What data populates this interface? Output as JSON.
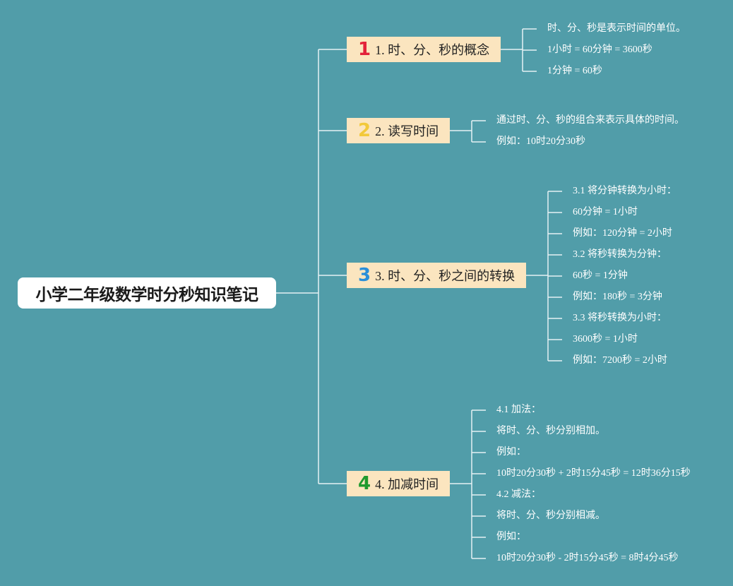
{
  "root": {
    "title": "小学二年级数学时分秒知识笔记"
  },
  "branches": [
    {
      "badge": "1",
      "badge_color": "#e3223a",
      "label": "1. 时、分、秒的概念",
      "items": [
        "时、分、秒是表示时间的单位。",
        "1小时 = 60分钟 = 3600秒",
        "1分钟 = 60秒"
      ]
    },
    {
      "badge": "2",
      "badge_color": "#f2c93a",
      "label": "2. 读写时间",
      "items": [
        "通过时、分、秒的组合来表示具体的时间。",
        "例如：10时20分30秒"
      ]
    },
    {
      "badge": "3",
      "badge_color": "#2a8fd9",
      "label": "3. 时、分、秒之间的转换",
      "items": [
        "3.1 将分钟转换为小时：",
        "60分钟 = 1小时",
        "例如：120分钟 = 2小时",
        "3.2 将秒转换为分钟：",
        "60秒 = 1分钟",
        "例如：180秒 = 3分钟",
        "3.3 将秒转换为小时：",
        "3600秒 = 1小时",
        "例如：7200秒 = 2小时"
      ]
    },
    {
      "badge": "4",
      "badge_color": "#1f9a2e",
      "label": "4. 加减时间",
      "items": [
        "4.1 加法：",
        "将时、分、秒分别相加。",
        "例如：",
        "10时20分30秒 + 2时15分45秒 = 12时36分15秒",
        "4.2 减法：",
        "将时、分、秒分别相减。",
        "例如：",
        "10时20分30秒 - 2时15分45秒 = 8时4分45秒"
      ]
    }
  ]
}
